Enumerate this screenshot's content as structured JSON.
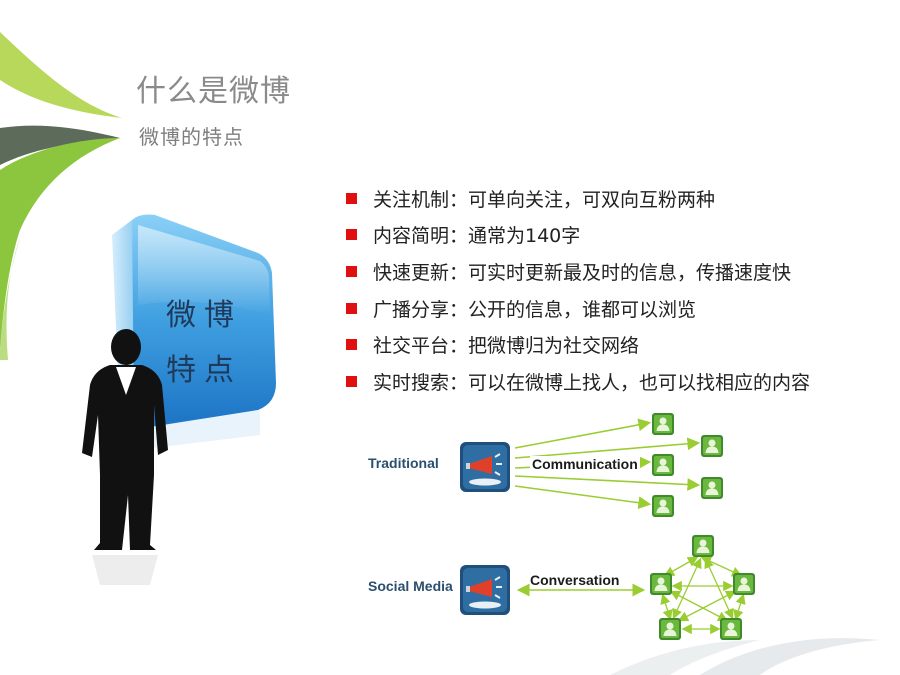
{
  "slide": {
    "title": "什么是微博",
    "subtitle": "微博的特点"
  },
  "box": {
    "line1": "微博",
    "line2": "特点"
  },
  "features": [
    "关注机制：可单向关注，可双向互粉两种",
    "内容简明：通常为140字",
    "快速更新：可实时更新最及时的信息，传播速度快",
    "广播分享：公开的信息，谁都可以浏览",
    "社交平台：把微博归为社交网络",
    "实时搜索：可以在微博上找人，也可以找相应的内容"
  ],
  "diagram": {
    "traditional_label": "Traditional",
    "traditional_edge": "Communication",
    "social_label": "Social Media",
    "social_edge": "Conversation"
  },
  "colors": {
    "bullet": "#e01010",
    "accent_green": "#8cc63f",
    "box_blue": "#3f9fe0",
    "arrow_green": "#9acd32"
  },
  "icons": {
    "broadcaster": "megaphone-icon",
    "node": "person-icon"
  }
}
